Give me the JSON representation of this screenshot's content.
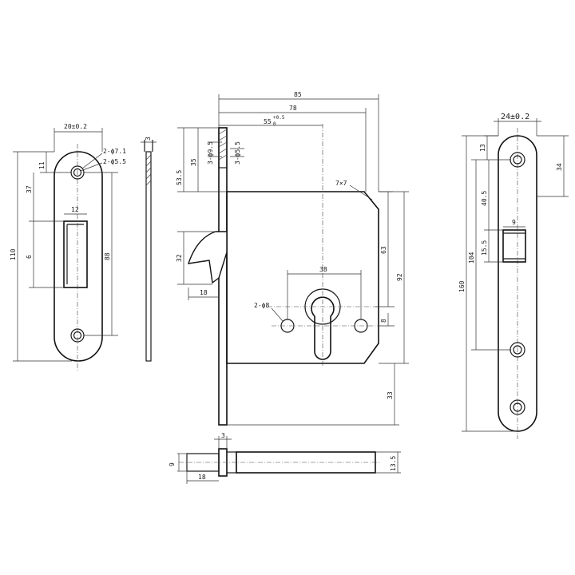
{
  "dimensions": {
    "front_plate_width": "20±0.2",
    "front_hole_1": "2-ϕ7.1",
    "front_hole_2": "2-ϕ5.5",
    "front_d11": "11",
    "front_d37": "37",
    "front_d12": "12",
    "front_d6": "6",
    "front_d110": "110",
    "front_d88": "88",
    "edge_d3": "3",
    "body_d85": "85",
    "body_d78": "78",
    "body_d55": "55",
    "body_d55_tol": "+0.5",
    "body_d55_tol2": "0",
    "body_d53_5": "53.5",
    "body_d35": "35",
    "body_hole_95": "3-ϕ9.5",
    "body_hole_55": "3-ϕ5.5",
    "body_chamfer": "7×7",
    "body_d32": "32",
    "body_d18": "18",
    "body_d38": "38",
    "body_d63": "63",
    "body_d92": "92",
    "body_hole_8": "2-ϕ8",
    "body_d8": "8",
    "body_d33": "33",
    "bolt_d3": "3",
    "bolt_d9": "9",
    "bolt_d18": "18",
    "bolt_d13_5": "13.5",
    "strike_width": "24±0.2",
    "strike_d13": "13",
    "strike_d34": "34",
    "strike_d40_5": "40.5",
    "strike_d9": "9",
    "strike_d15_5": "15.5",
    "strike_d104": "104",
    "strike_d160": "160"
  }
}
